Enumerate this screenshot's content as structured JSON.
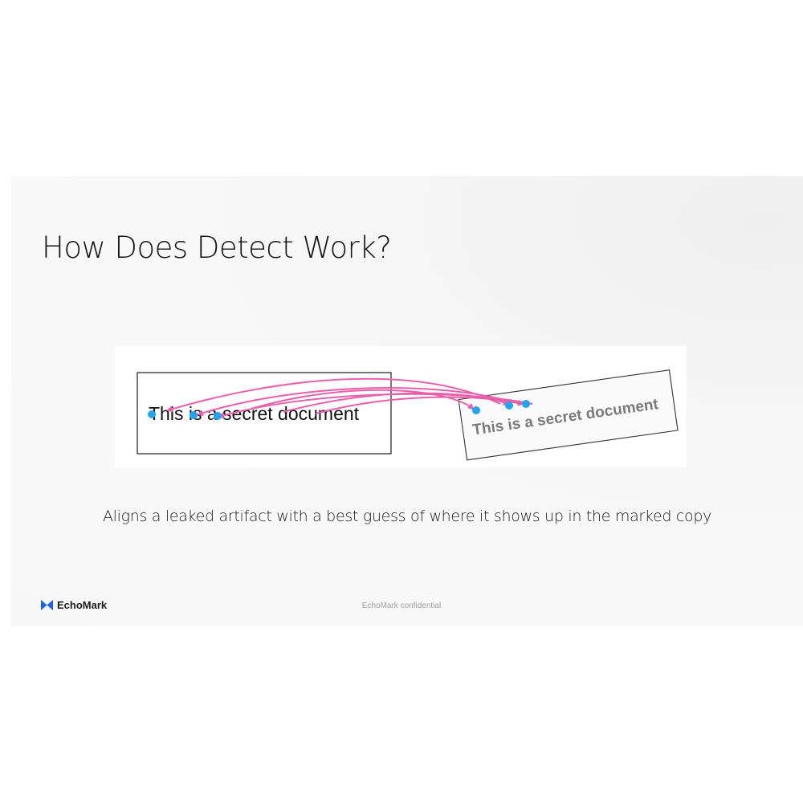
{
  "slide": {
    "title": "How Does Detect Work?",
    "caption": "Aligns a leaked artifact with a best guess of where it shows up in the marked copy",
    "footer": "EchoMark confidential",
    "brand": {
      "name": "EchoMark",
      "icon": "echomark-logo-icon",
      "color": "#1d63f2"
    }
  },
  "figure": {
    "original_text": "This is a secret document",
    "leaked_text": "This is a secret document",
    "marker_color": "#1ea6f4",
    "arrow_color": "#ea5fa9"
  }
}
